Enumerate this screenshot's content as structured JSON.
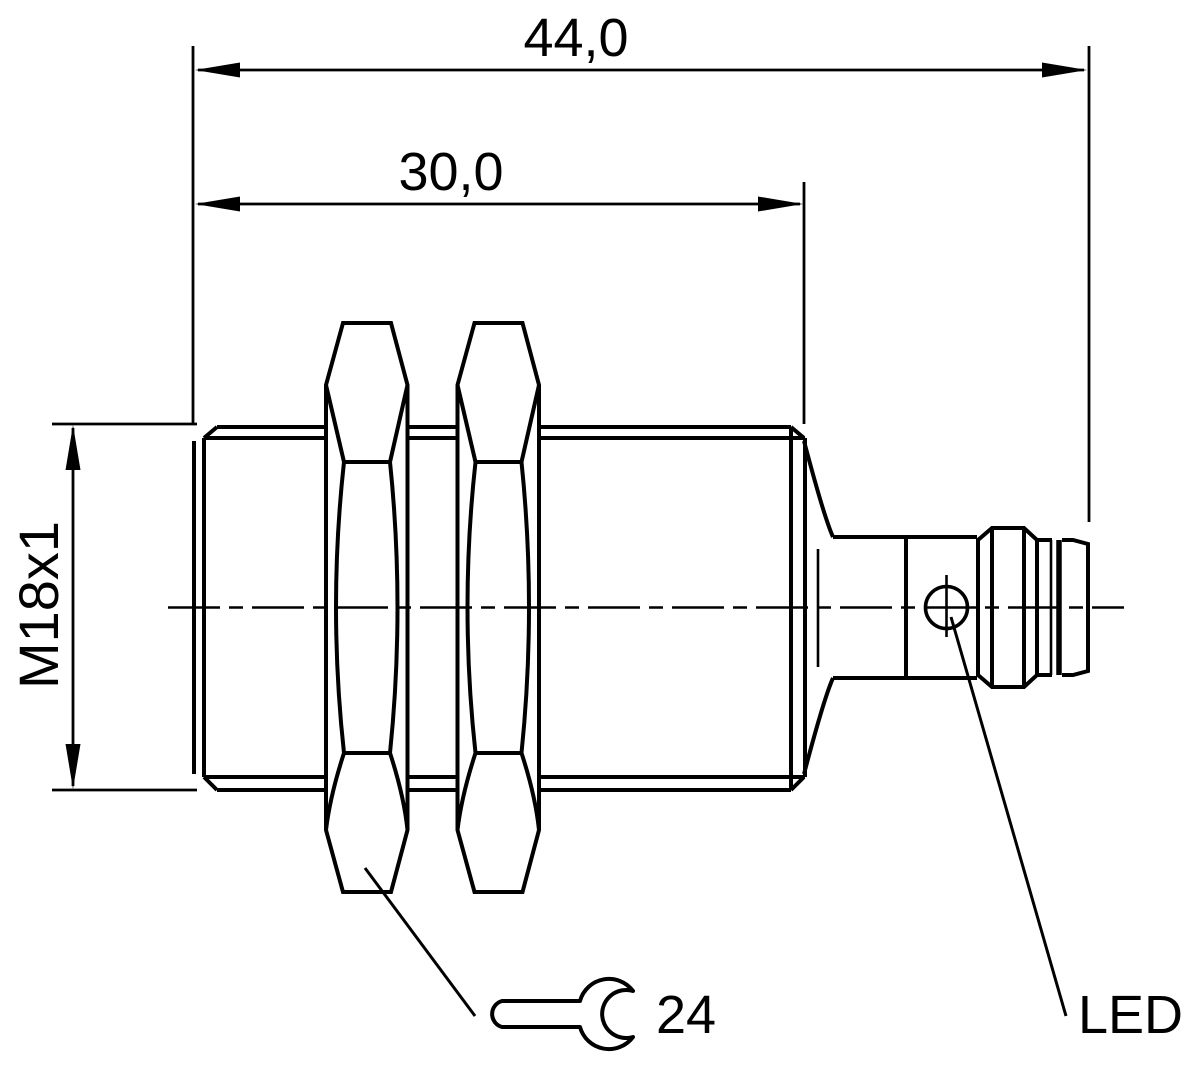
{
  "drawing": {
    "labels": {
      "overall_length": "44,0",
      "thread_length": "30,0",
      "thread_spec": "M18x1",
      "wrench_size": "24",
      "led": "LED"
    },
    "colors": {
      "line": "#000000",
      "background": "#ffffff"
    }
  }
}
